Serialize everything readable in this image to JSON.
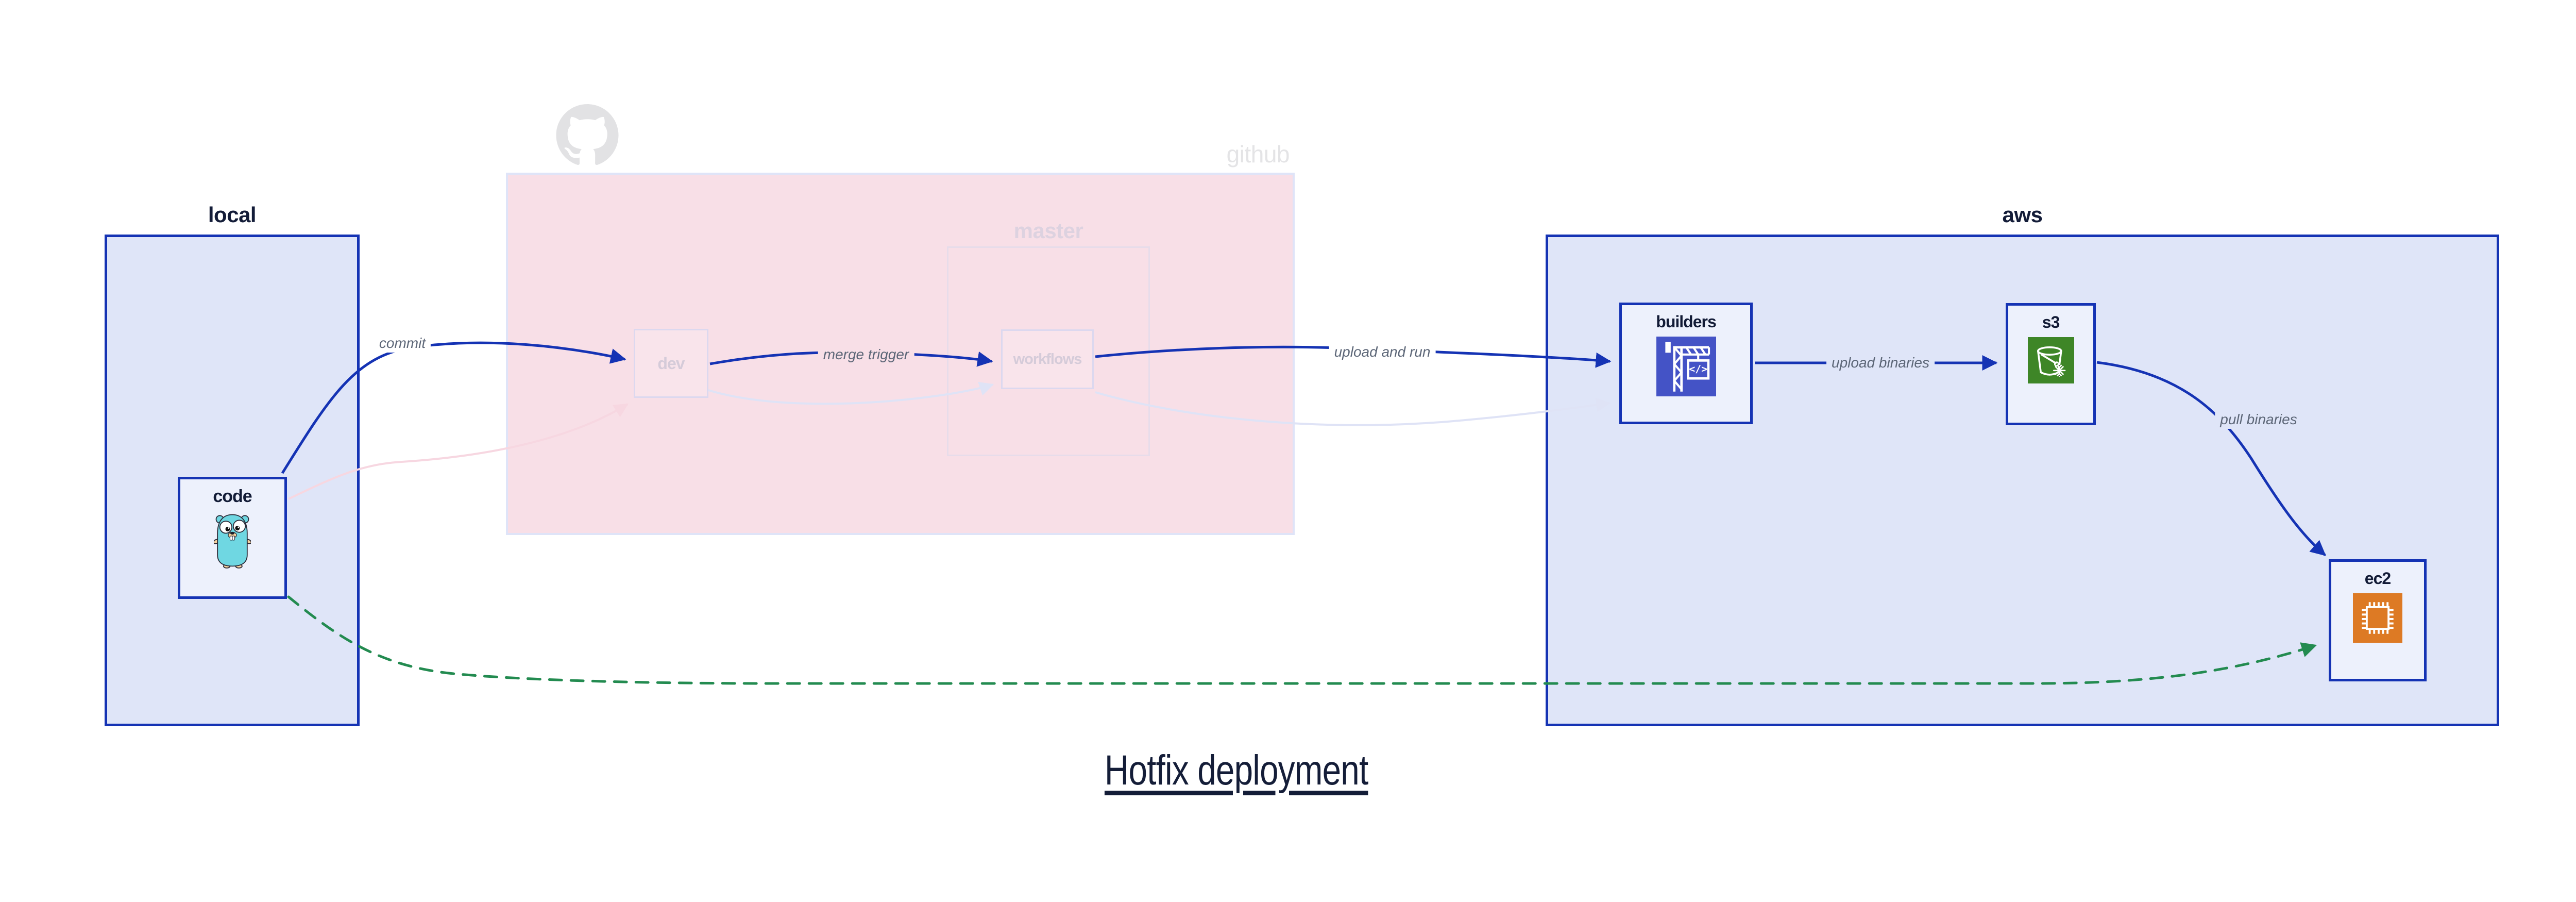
{
  "title": "Hotfix deployment",
  "clusters": {
    "local": {
      "label": "local"
    },
    "github": {
      "label": "github"
    },
    "master": {
      "label": "master"
    },
    "aws": {
      "label": "aws"
    }
  },
  "nodes": {
    "code": {
      "label": "code",
      "icon": "go-gopher-icon"
    },
    "dev": {
      "label": "dev"
    },
    "workflows": {
      "label": "workflows"
    },
    "builders": {
      "label": "builders",
      "icon": "codebuild-crane-icon"
    },
    "s3": {
      "label": "s3",
      "icon": "s3-glacier-bucket-icon"
    },
    "ec2": {
      "label": "ec2",
      "icon": "ec2-chip-icon"
    }
  },
  "edges": {
    "commit": {
      "label": "commit",
      "style": "solid-blue"
    },
    "merge_trigger": {
      "label": "merge trigger",
      "style": "solid-blue"
    },
    "upload_and_run": {
      "label": "upload and run",
      "style": "solid-blue"
    },
    "upload_binaries": {
      "label": "upload binaries",
      "style": "solid-blue"
    },
    "pull_binaries": {
      "label": "pull binaries",
      "style": "solid-blue"
    },
    "hotfix_path": {
      "label": "",
      "style": "dashed-green"
    },
    "faded_code_to_dev": {
      "label": "",
      "style": "faded-pink"
    },
    "faded_dev_to_workflows": {
      "label": "",
      "style": "faded-lavender"
    },
    "faded_workflows_to_builders": {
      "label": "",
      "style": "faded-lavender"
    }
  },
  "colors": {
    "accent_blue": "#1533b4",
    "cluster_blue_fill": "#dfe5f8",
    "node_fill": "#edf1fc",
    "github_pink_fill": "#f8dfe7",
    "faded_node_fill": "#f9e4eb",
    "faded_border": "#dcd8ef",
    "faded_text": "#d5cbd9",
    "lavender_edge": "#dfe3f6",
    "pink_edge": "#f7d7e1",
    "green_edge": "#238b50",
    "edge_label_gray": "#5c6677",
    "navy_text": "#141d38",
    "github_logo_gray": "#e2e2e4",
    "gopher_teal": "#6fd7e2",
    "codebuild_indigo": "#4453c6",
    "s3_green": "#3e8627",
    "ec2_orange": "#dd7a24"
  }
}
